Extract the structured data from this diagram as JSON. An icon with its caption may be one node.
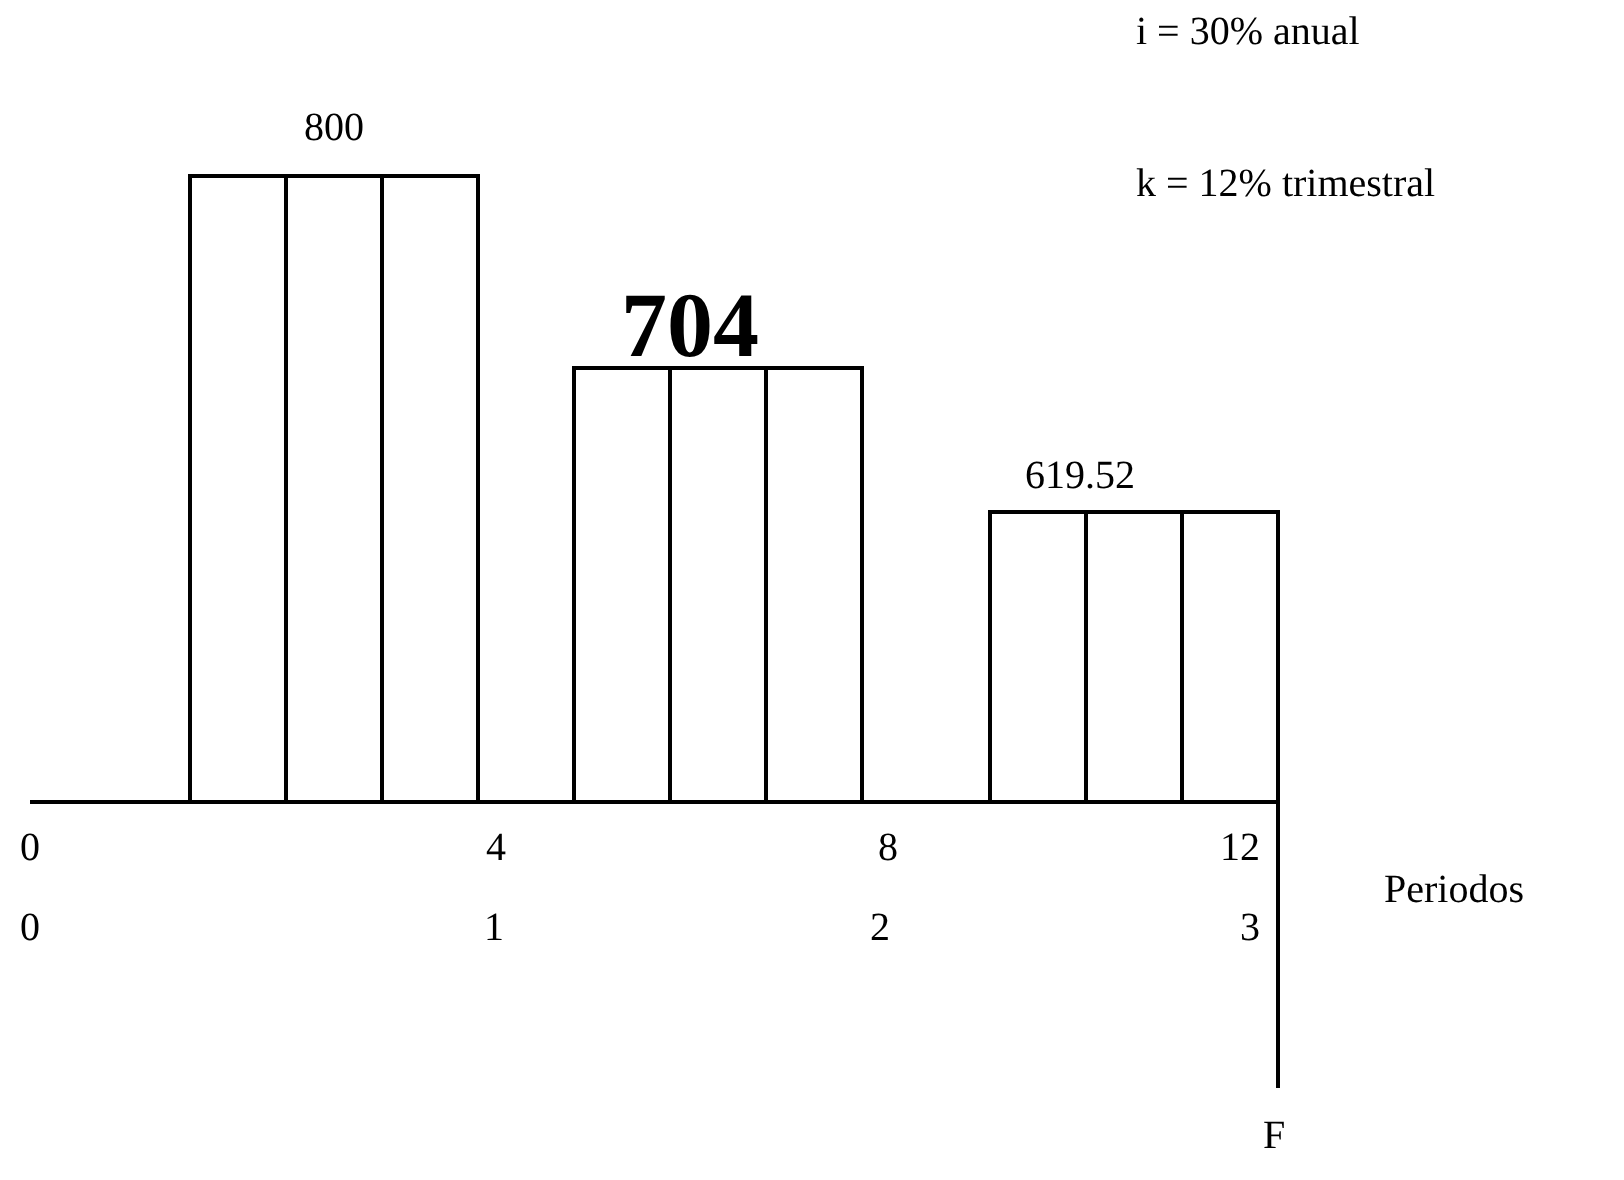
{
  "diagram": {
    "labels": [
      "i = 30% anual",
      "800",
      "k = 12% trimestral",
      "704",
      "619.52",
      "0",
      "4",
      "8",
      "12",
      "Periodos",
      "0",
      "1",
      "2",
      "3",
      "F"
    ]
  }
}
